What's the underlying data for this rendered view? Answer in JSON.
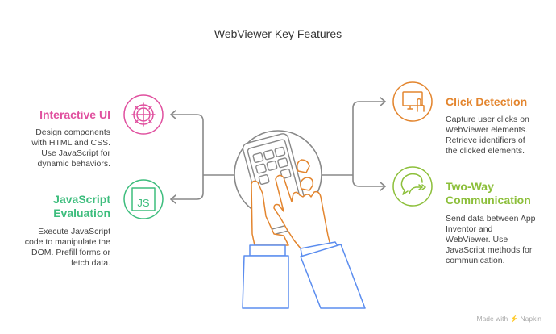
{
  "title": "WebViewer Key Features",
  "colors": {
    "pink": "#e0509f",
    "green": "#3dbd7d",
    "orange": "#e3852e",
    "lime": "#8cbf3a",
    "gray": "#888888",
    "blue": "#5b8def"
  },
  "features": [
    {
      "title": "Interactive UI",
      "description": "Design components with HTML and CSS. Use JavaScript for dynamic behaviors.",
      "icon": "gear-icon"
    },
    {
      "title": "JavaScript Evaluation",
      "description": "Execute JavaScript code to manipulate the DOM. Prefill forms or fetch data.",
      "icon": "js-icon",
      "icon_text": "JS"
    },
    {
      "title": "Click Detection",
      "description": "Capture user clicks on WebViewer elements. Retrieve identifiers of the clicked elements.",
      "icon": "monitor-click-icon"
    },
    {
      "title": "Two-Way Communication",
      "description": "Send data between App Inventor and WebViewer. Use JavaScript methods for communication.",
      "icon": "chat-arrows-icon"
    }
  ],
  "brand": "Made with ⚡ Napkin"
}
